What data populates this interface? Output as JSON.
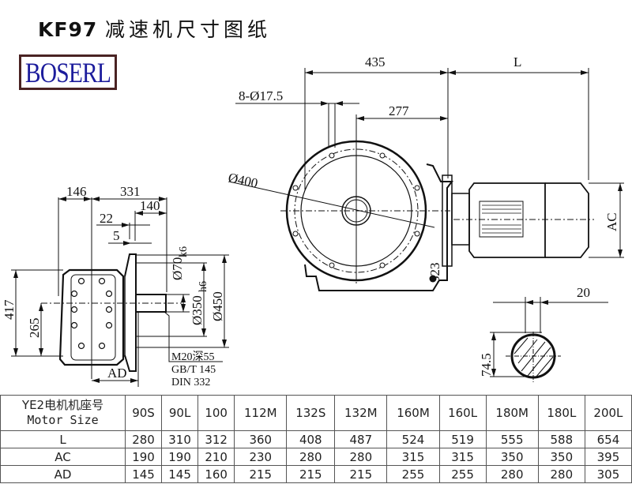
{
  "header": {
    "model": "KF97",
    "title_cn": "减速机尺寸图纸",
    "brand_logo": "BOSERL"
  },
  "colors": {
    "logo_text": "#1c1c9c",
    "logo_border": "#4a2323",
    "line": "#111111"
  },
  "drawing": {
    "side_view": {
      "dims": {
        "d146": "146",
        "d331": "331",
        "d140": "140",
        "d22": "22",
        "d5": "5",
        "d417": "417",
        "d265": "265",
        "phi70": "Ø70",
        "phi70_tol": "k6",
        "phi350": "Ø350",
        "phi350_tol": "h6",
        "phi450": "Ø450",
        "ad": "AD"
      },
      "notes": [
        "M20深55",
        "GB/T 145",
        "DIN 332"
      ]
    },
    "front_view": {
      "dims": {
        "d435": "435",
        "L": "L",
        "holes": "8-Ø17.5",
        "d277": "277",
        "phi400": "Ø400",
        "d323": "323",
        "ac": "AC"
      }
    },
    "shaft_section": {
      "dims": {
        "key_width": "20",
        "height": "74.5"
      }
    }
  },
  "table": {
    "header_cn": "YE2电机机座号",
    "header_en": "Motor Size",
    "columns": [
      "90S",
      "90L",
      "100",
      "112M",
      "132S",
      "132M",
      "160M",
      "160L",
      "180M",
      "180L",
      "200L"
    ],
    "rows": [
      {
        "label": "L",
        "values": [
          "280",
          "310",
          "312",
          "360",
          "408",
          "487",
          "524",
          "519",
          "555",
          "588",
          "654"
        ]
      },
      {
        "label": "AC",
        "values": [
          "190",
          "190",
          "210",
          "230",
          "280",
          "280",
          "315",
          "315",
          "350",
          "350",
          "395"
        ]
      },
      {
        "label": "AD",
        "values": [
          "145",
          "145",
          "160",
          "215",
          "215",
          "215",
          "255",
          "255",
          "280",
          "280",
          "305"
        ]
      }
    ]
  }
}
